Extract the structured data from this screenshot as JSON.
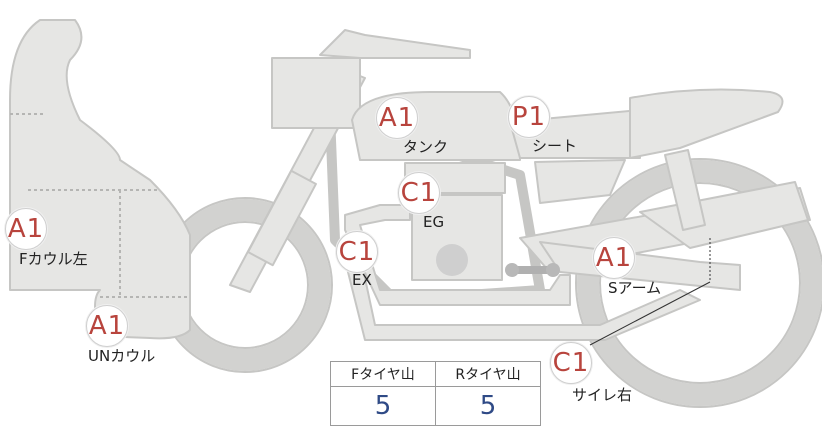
{
  "parts": {
    "front_cowl": {
      "grade": "A1",
      "label": "Fカウル左"
    },
    "under_cowl": {
      "grade": "A1",
      "label": "UNカウル"
    },
    "tank": {
      "grade": "A1",
      "label": "タンク"
    },
    "seat": {
      "grade": "P1",
      "label": "シート"
    },
    "engine": {
      "grade": "C1",
      "label": "EG"
    },
    "exhaust": {
      "grade": "C1",
      "label": "EX"
    },
    "swingarm": {
      "grade": "A1",
      "label": "Sアーム"
    },
    "silencer": {
      "grade": "C1",
      "label": "サイレ右"
    }
  },
  "tyre_table": {
    "front_header": "Fタイヤ山",
    "rear_header": "Rタイヤ山",
    "front_value": "5",
    "rear_value": "5"
  },
  "colors": {
    "body_fill": "#e6e6e4",
    "body_stroke": "#c4c4c2",
    "grade_text": "#b8443d",
    "tyre_value": "#2f4a86"
  }
}
